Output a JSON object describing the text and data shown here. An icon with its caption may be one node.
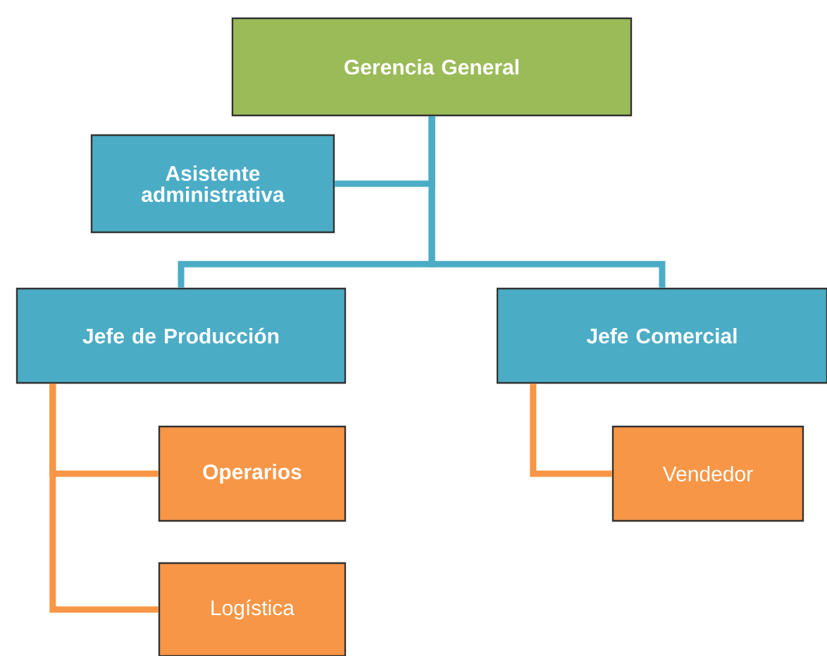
{
  "diagram": {
    "nodes": [
      {
        "text": [
          "Gerencia General"
        ]
      },
      {
        "text": [
          "Asistente administrativa"
        ]
      },
      {
        "text": [
          "Jefe de Producción"
        ]
      },
      {
        "text": [
          "Jefe Comercial"
        ]
      },
      {
        "text": [
          "Operarios"
        ]
      },
      {
        "text": [
          "Logística"
        ]
      },
      {
        "text": [
          "Vendedor"
        ]
      }
    ],
    "edges": [
      {
        "from": 0,
        "to": 1,
        "arrow": "none"
      },
      {
        "from": 0,
        "to": 2,
        "arrow": "none"
      },
      {
        "from": 0,
        "to": 3,
        "arrow": "none"
      },
      {
        "from": 2,
        "to": 4,
        "arrow": "none",
        "color": "#f79646"
      },
      {
        "from": 2,
        "to": 5,
        "arrow": "none",
        "color": "#f79646"
      },
      {
        "from": 3,
        "to": 6,
        "arrow": "none",
        "color": "#f79646"
      }
    ]
  }
}
